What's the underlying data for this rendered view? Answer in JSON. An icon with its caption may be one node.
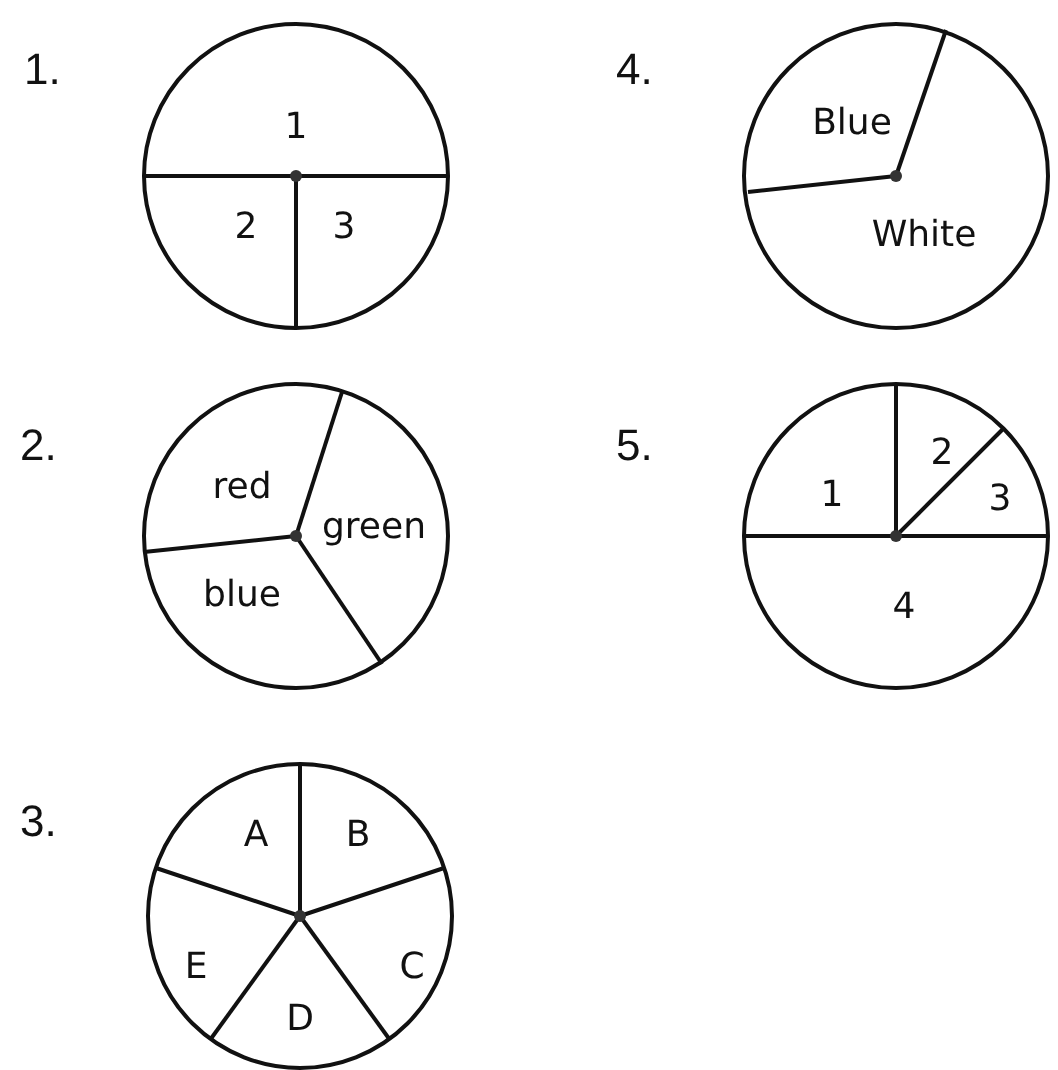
{
  "diagram": {
    "nodes": [
      {
        "text": [],
        "shape": "circle",
        "beside": [
          "1."
        ]
      },
      {
        "text": [
          "1"
        ],
        "in": 0
      },
      {
        "text": [
          "2"
        ],
        "in": 0
      },
      {
        "text": [
          "3"
        ],
        "in": 0
      },
      {
        "text": [],
        "shape": "circle",
        "beside": [
          "2."
        ]
      },
      {
        "text": [
          "red"
        ],
        "in": 4
      },
      {
        "text": [
          "green"
        ],
        "in": 4
      },
      {
        "text": [
          "blue"
        ],
        "in": 4
      },
      {
        "text": [],
        "shape": "circle",
        "beside": [
          "3."
        ]
      },
      {
        "text": [
          "A"
        ],
        "in": 8
      },
      {
        "text": [
          "B"
        ],
        "in": 8
      },
      {
        "text": [
          "C"
        ],
        "in": 8
      },
      {
        "text": [
          "D"
        ],
        "in": 8
      },
      {
        "text": [
          "E"
        ],
        "in": 8
      },
      {
        "text": [],
        "shape": "circle",
        "beside": [
          "4."
        ]
      },
      {
        "text": [
          "Blue"
        ],
        "in": 14
      },
      {
        "text": [
          "White"
        ],
        "in": 14
      },
      {
        "text": [],
        "shape": "circle",
        "beside": [
          "5."
        ]
      },
      {
        "text": [
          "1"
        ],
        "in": 17
      },
      {
        "text": [
          "2"
        ],
        "in": 17
      },
      {
        "text": [
          "3"
        ],
        "in": 17
      },
      {
        "text": [
          "4"
        ],
        "in": 17
      }
    ]
  }
}
